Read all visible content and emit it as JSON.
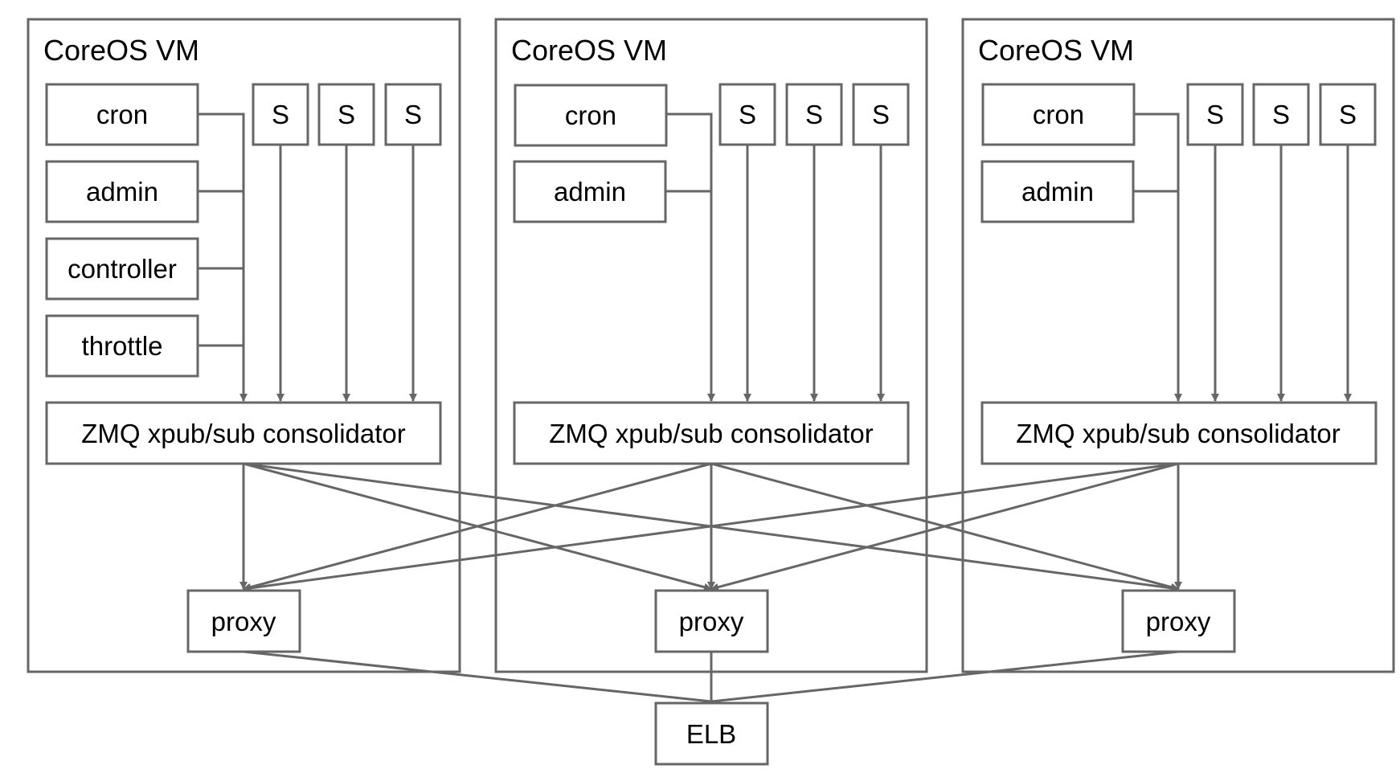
{
  "vms": [
    {
      "title": "CoreOS VM",
      "services": [
        "cron",
        "admin",
        "controller",
        "throttle"
      ],
      "s_boxes": [
        "S",
        "S",
        "S"
      ],
      "consolidator": "ZMQ xpub/sub consolidator",
      "proxy": "proxy"
    },
    {
      "title": "CoreOS VM",
      "services": [
        "cron",
        "admin"
      ],
      "s_boxes": [
        "S",
        "S",
        "S"
      ],
      "consolidator": "ZMQ xpub/sub consolidator",
      "proxy": "proxy"
    },
    {
      "title": "CoreOS VM",
      "services": [
        "cron",
        "admin"
      ],
      "s_boxes": [
        "S",
        "S",
        "S"
      ],
      "consolidator": "ZMQ xpub/sub consolidator",
      "proxy": "proxy"
    }
  ],
  "elb": "ELB",
  "colors": {
    "stroke": "#666666",
    "background": "#ffffff",
    "text": "#000000"
  }
}
